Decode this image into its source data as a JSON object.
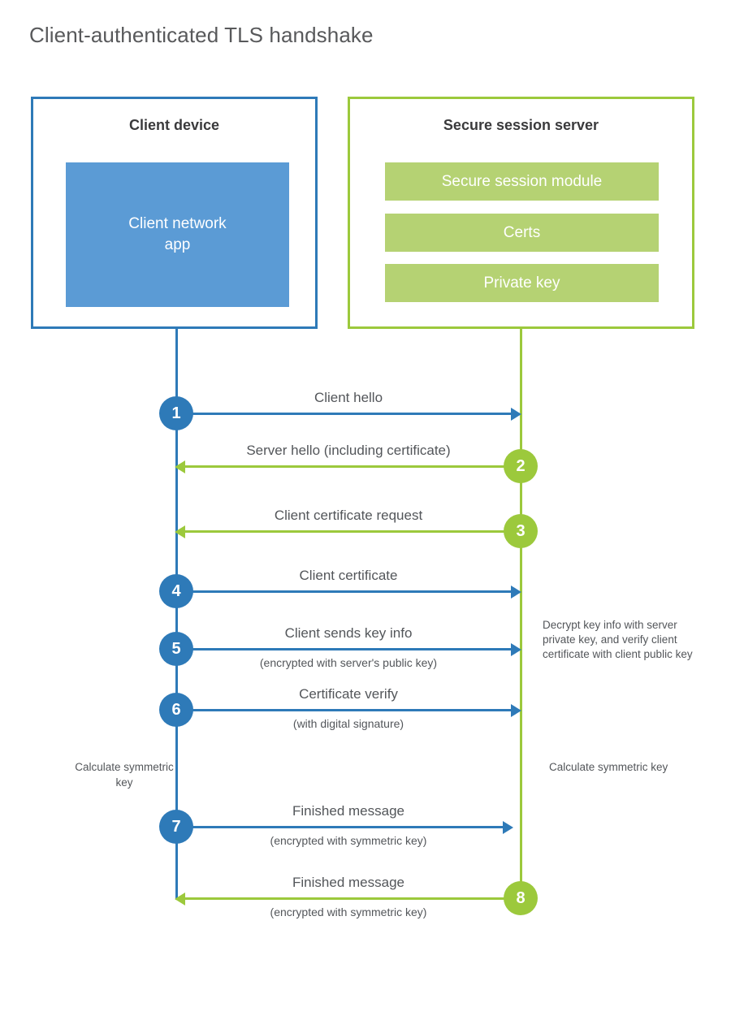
{
  "title": "Client-authenticated TLS handshake",
  "colors": {
    "client_blue": "#2E7AB8",
    "client_app_fill": "#5B9BD5",
    "server_green": "#9CC93C",
    "server_bar_fill": "#B5D273",
    "text_gray": "#53565a",
    "title_gray": "#58595b"
  },
  "participants": {
    "client": {
      "title": "Client device",
      "app_line1": "Client network",
      "app_line2": "app"
    },
    "server": {
      "title": "Secure session server",
      "bars": [
        "Secure session module",
        "Certs",
        "Private key"
      ]
    }
  },
  "messages": [
    {
      "step": "1",
      "label": "Client hello",
      "sublabel": "",
      "direction": "client-to-server",
      "color": "blue",
      "badge_side": "client"
    },
    {
      "step": "2",
      "label": "Server hello (including certificate)",
      "sublabel": "",
      "direction": "server-to-client",
      "color": "green",
      "badge_side": "server"
    },
    {
      "step": "3",
      "label": "Client certificate request",
      "sublabel": "",
      "direction": "server-to-client",
      "color": "green",
      "badge_side": "server"
    },
    {
      "step": "4",
      "label": "Client certificate",
      "sublabel": "",
      "direction": "client-to-server",
      "color": "blue",
      "badge_side": "client"
    },
    {
      "step": "5",
      "label": "Client sends key info",
      "sublabel": "(encrypted with server's public key)",
      "direction": "client-to-server",
      "color": "blue",
      "badge_side": "client"
    },
    {
      "step": "6",
      "label": "Certificate verify",
      "sublabel": "(with digital signature)",
      "direction": "client-to-server",
      "color": "blue",
      "badge_side": "client"
    },
    {
      "step": "7",
      "label": "Finished message",
      "sublabel": "(encrypted with symmetric key)",
      "direction": "client-to-server",
      "color": "blue",
      "badge_side": "client"
    },
    {
      "step": "8",
      "label": "Finished message",
      "sublabel": "(encrypted with symmetric key)",
      "direction": "server-to-client",
      "color": "green",
      "badge_side": "server"
    }
  ],
  "notes": {
    "server_decrypt": "Decrypt key info with server private key, and verify client certificate with client public key",
    "client_calculate": "Calculate symmetric key",
    "server_calculate": "Calculate symmetric key"
  }
}
